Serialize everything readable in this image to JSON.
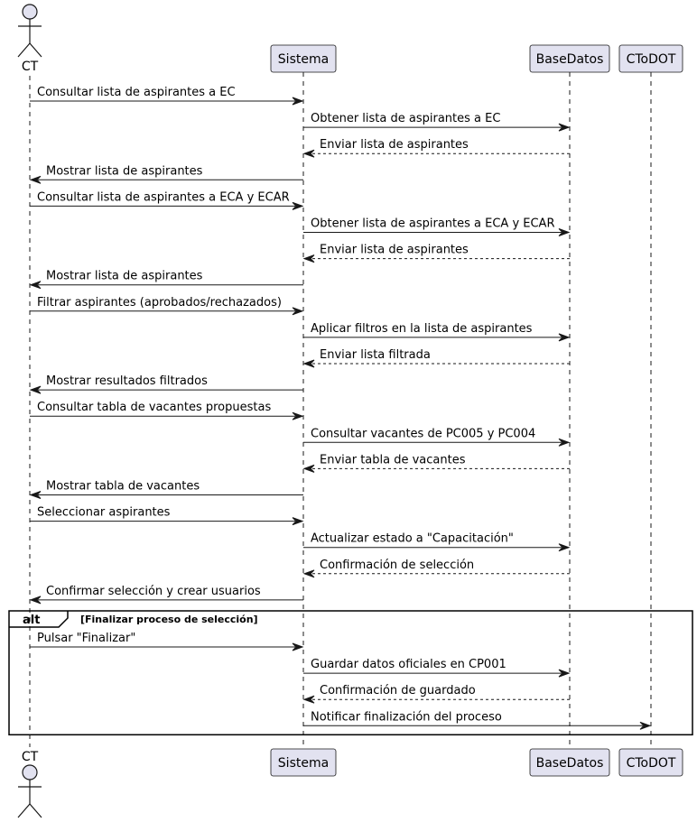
{
  "colors": {
    "participant_fill": "#E2E2F0",
    "participant_stroke": "#181818",
    "lifeline": "#181818",
    "arrow": "#181818",
    "frame": "#000000"
  },
  "participants": [
    {
      "id": "ct",
      "label": "CT",
      "kind": "actor"
    },
    {
      "id": "sistema",
      "label": "Sistema",
      "kind": "box"
    },
    {
      "id": "bd",
      "label": "BaseDatos",
      "kind": "box"
    },
    {
      "id": "ctodot",
      "label": "CToDOT",
      "kind": "box"
    }
  ],
  "messages": [
    {
      "from": "ct",
      "to": "sistema",
      "label": "Consultar lista de aspirantes a EC",
      "style": "solid"
    },
    {
      "from": "sistema",
      "to": "bd",
      "label": "Obtener lista de aspirantes a EC",
      "style": "solid"
    },
    {
      "from": "bd",
      "to": "sistema",
      "label": "Enviar lista de aspirantes",
      "style": "dashed"
    },
    {
      "from": "sistema",
      "to": "ct",
      "label": "Mostrar lista de aspirantes",
      "style": "solid"
    },
    {
      "from": "ct",
      "to": "sistema",
      "label": "Consultar lista de aspirantes a ECA y ECAR",
      "style": "solid"
    },
    {
      "from": "sistema",
      "to": "bd",
      "label": "Obtener lista de aspirantes a ECA y ECAR",
      "style": "solid"
    },
    {
      "from": "bd",
      "to": "sistema",
      "label": "Enviar lista de aspirantes",
      "style": "dashed"
    },
    {
      "from": "sistema",
      "to": "ct",
      "label": "Mostrar lista de aspirantes",
      "style": "solid"
    },
    {
      "from": "ct",
      "to": "sistema",
      "label": "Filtrar aspirantes (aprobados/rechazados)",
      "style": "solid"
    },
    {
      "from": "sistema",
      "to": "bd",
      "label": "Aplicar filtros en la lista de aspirantes",
      "style": "solid"
    },
    {
      "from": "bd",
      "to": "sistema",
      "label": "Enviar lista filtrada",
      "style": "dashed"
    },
    {
      "from": "sistema",
      "to": "ct",
      "label": "Mostrar resultados filtrados",
      "style": "solid"
    },
    {
      "from": "ct",
      "to": "sistema",
      "label": "Consultar tabla de vacantes propuestas",
      "style": "solid"
    },
    {
      "from": "sistema",
      "to": "bd",
      "label": "Consultar vacantes de PC005 y PC004",
      "style": "solid"
    },
    {
      "from": "bd",
      "to": "sistema",
      "label": "Enviar tabla de vacantes",
      "style": "dashed"
    },
    {
      "from": "sistema",
      "to": "ct",
      "label": "Mostrar tabla de vacantes",
      "style": "solid"
    },
    {
      "from": "ct",
      "to": "sistema",
      "label": "Seleccionar aspirantes",
      "style": "solid"
    },
    {
      "from": "sistema",
      "to": "bd",
      "label": "Actualizar estado a \"Capacitación\"",
      "style": "solid"
    },
    {
      "from": "bd",
      "to": "sistema",
      "label": "Confirmación de selección",
      "style": "dashed"
    },
    {
      "from": "sistema",
      "to": "ct",
      "label": "Confirmar selección y crear usuarios",
      "style": "solid"
    },
    {
      "from": "ct",
      "to": "sistema",
      "label": "Pulsar \"Finalizar\"",
      "style": "solid"
    },
    {
      "from": "sistema",
      "to": "bd",
      "label": "Guardar datos oficiales en CP001",
      "style": "solid"
    },
    {
      "from": "bd",
      "to": "sistema",
      "label": "Confirmación de guardado",
      "style": "dashed"
    },
    {
      "from": "sistema",
      "to": "ctodot",
      "label": "Notificar finalización del proceso",
      "style": "solid"
    }
  ],
  "fragment": {
    "keyword": "alt",
    "condition": "[Finalizar proceso de selección]",
    "first_message": 20,
    "last_message": 23
  }
}
